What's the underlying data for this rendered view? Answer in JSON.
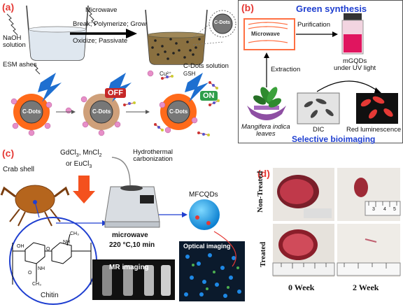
{
  "panel_a": {
    "label": "(a)",
    "microwave": "Microwave",
    "naoh": "NaOH\nsolution",
    "steps": [
      "Break; Polymerize; Grow",
      "Oxidize; Passivate"
    ],
    "esm": "ESM ashes",
    "cdots_solution": "C-Dots solution",
    "cdot": "C-Dots",
    "cu": "Cu²⁺",
    "gsh": "GSH",
    "off": "OFF",
    "on": "ON"
  },
  "panel_b": {
    "label": "(b)",
    "title": "Green synthesis",
    "microwave": "Microwave",
    "purification": "Purification",
    "extraction": "Extraction",
    "mgqds": "mGQDs\nunder UV light",
    "plant": "Mangifera indica\nleaves",
    "dic": "DIC",
    "red": "Red luminescence",
    "subtitle": "Selective bioimaging"
  },
  "panel_c": {
    "label": "(c)",
    "reagents": [
      "GdCl",
      "MnCl",
      "or EuCl"
    ],
    "hydrothermal": "Hydrothermal\ncarbonization",
    "crab": "Crab shell",
    "product": "MFCQDs",
    "microwave": "microwave",
    "condition": "220 °C,10 min",
    "chitin": "Chitin",
    "mr": "MR imaging",
    "optical": "Optical imaging",
    "chem_labels": [
      "CH₃",
      "NH",
      "OH",
      "O",
      "NH",
      "CH₃",
      "O",
      "n"
    ]
  },
  "panel_d": {
    "label": "(d)",
    "rows": [
      "Non-Treated",
      "Treated"
    ],
    "cols": [
      "0 Week",
      "2 Week"
    ],
    "ruler_numbers": [
      "3",
      "4",
      "5"
    ]
  },
  "colors": {
    "accent_blue": "#1f3fd0",
    "badge_red": "#c62828",
    "label_red": "#e53935"
  }
}
